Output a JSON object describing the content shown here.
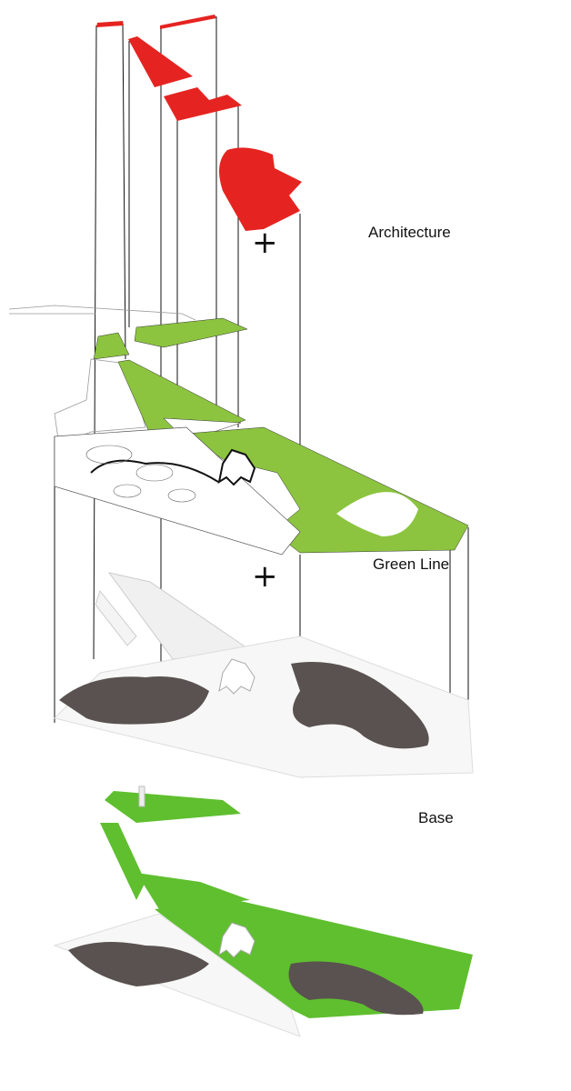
{
  "layers": {
    "architecture": {
      "label": "Architecture"
    },
    "green_line": {
      "label": "Green Line"
    },
    "base": {
      "label": "Base"
    }
  },
  "operators": {
    "plus": "+"
  },
  "colors": {
    "architecture": "#e52421",
    "green": "#8cc43f",
    "paving": "#5a5250",
    "tree": "#5fbf2f"
  }
}
